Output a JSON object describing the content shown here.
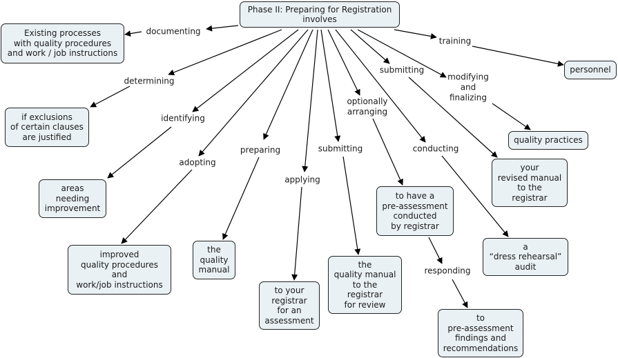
{
  "root": {
    "id": "root",
    "label": "Phase II: Preparing for Registration\ninvolves"
  },
  "concepts": [
    {
      "id": "existing",
      "label": "Existing processes\nwith quality procedures\nand work / job instructions"
    },
    {
      "id": "personnel",
      "label": "personnel"
    },
    {
      "id": "exclusions",
      "label": "if exclusions\nof certain clauses\nare justified"
    },
    {
      "id": "quality_practices",
      "label": "quality practices"
    },
    {
      "id": "revised_manual",
      "label": "your\nrevised manual\nto the\nregistrar"
    },
    {
      "id": "areas",
      "label": "areas\nneeding\nimprovement"
    },
    {
      "id": "pre_assessment",
      "label": "to have a\npre-assessment\nconducted\nby registrar"
    },
    {
      "id": "improved",
      "label": "improved\nquality procedures\nand\nwork/job instructions"
    },
    {
      "id": "quality_manual",
      "label": "the\nquality\nmanual"
    },
    {
      "id": "dress_rehearsal",
      "label": "a\n“dress rehearsal”\naudit"
    },
    {
      "id": "to_registrar",
      "label": "to your\nregistrar\nfor an\nassessment"
    },
    {
      "id": "manual_review",
      "label": "the\nquality manual\nto the\nregistrar\nfor review"
    },
    {
      "id": "findings",
      "label": "to\npre-assessment\nfindings and\nrecommendations"
    }
  ],
  "links": [
    {
      "id": "documenting",
      "label": "documenting",
      "from": "root",
      "to": "existing"
    },
    {
      "id": "training",
      "label": "training",
      "from": "root",
      "to": "personnel"
    },
    {
      "id": "determining",
      "label": "determining",
      "from": "root",
      "to": "exclusions"
    },
    {
      "id": "identifying",
      "label": "identifying",
      "from": "root",
      "to": "areas"
    },
    {
      "id": "adopting",
      "label": "adopting",
      "from": "root",
      "to": "improved"
    },
    {
      "id": "preparing",
      "label": "preparing",
      "from": "root",
      "to": "quality_manual"
    },
    {
      "id": "applying",
      "label": "applying",
      "from": "root",
      "to": "to_registrar"
    },
    {
      "id": "submitting1",
      "label": "submitting",
      "from": "root",
      "to": "manual_review"
    },
    {
      "id": "optionally",
      "label": "optionally\narranging",
      "from": "root",
      "to": "pre_assessment"
    },
    {
      "id": "conducting",
      "label": "conducting",
      "from": "root",
      "to": "dress_rehearsal"
    },
    {
      "id": "submitting2",
      "label": "submitting",
      "from": "root",
      "to": "revised_manual"
    },
    {
      "id": "modifying",
      "label": "modifying\nand\nfinalizing",
      "from": "root",
      "to": "quality_practices"
    },
    {
      "id": "responding",
      "label": "responding",
      "from": "pre_assessment",
      "to": "findings"
    }
  ],
  "colors": {
    "concept_fill": "#eaf1f4",
    "line": "#000000"
  }
}
